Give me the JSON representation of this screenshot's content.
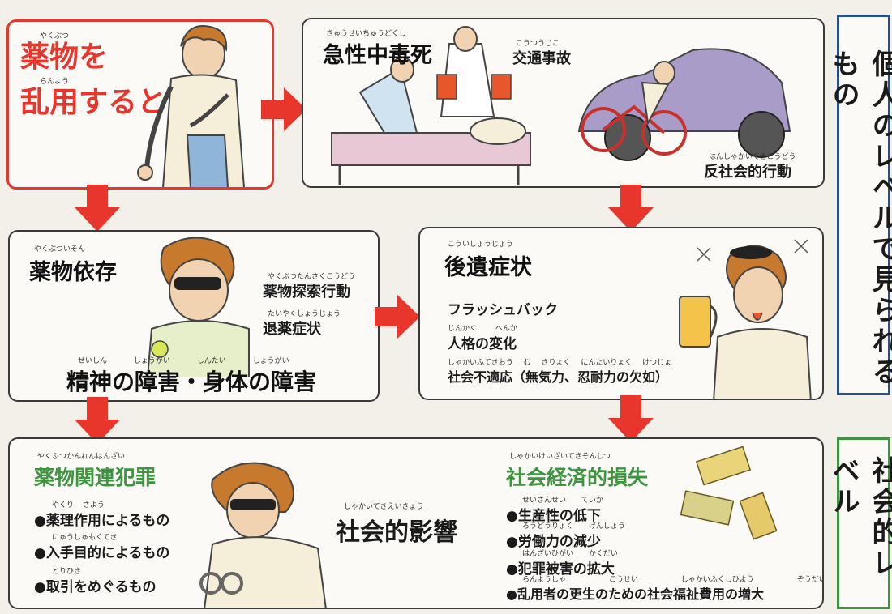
{
  "start": {
    "ruby1": "やくぶつ",
    "line1": "薬物を",
    "ruby2": "らんよう",
    "line2": "乱用すると"
  },
  "acute": {
    "ruby_death": "きゅうせいちゅうどくし",
    "death": "急性中毒死",
    "ruby_accident": "こうつうじこ",
    "accident": "交通事故",
    "ruby_antisocial": "はんしゃかいてきこうどう",
    "antisocial": "反社会的行動"
  },
  "dependence": {
    "ruby_title": "やくぶついそん",
    "title": "薬物依存",
    "ruby_search": "やくぶつたんさくこうどう",
    "search": "薬物探索行動",
    "ruby_withdrawal": "たいやくしょうじょう",
    "withdrawal": "退薬症状",
    "ruby_disorder": "せいしん しょうがい しんたい しょうがい",
    "disorder": "精神の障害・身体の障害"
  },
  "aftereffects": {
    "ruby_title": "こういしょうじょう",
    "title": "後遺症状",
    "flashback": "フラッシュバック",
    "ruby_personality": "じんかく へんか",
    "personality": "人格の変化",
    "ruby_maladjust": "しゃかいふてきおう む きりょく にんたいりょく けつじょ",
    "maladjust": "社会不適応（無気力、忍耐力の欠如）"
  },
  "crime": {
    "ruby_title": "やくぶつかんれんはんざい",
    "title": "薬物関連犯罪",
    "items": [
      {
        "ruby": "やくり さよう",
        "text": "●薬理作用によるもの"
      },
      {
        "ruby": "にゅうしゅもくてき",
        "text": "●入手目的によるもの"
      },
      {
        "ruby": "とりひき",
        "text": "●取引をめぐるもの"
      }
    ],
    "ruby_impact": "しゃかいてきえいきょう",
    "impact": "社会的影響"
  },
  "economic": {
    "ruby_title": "しゃかいけいざいてきそんしつ",
    "title": "社会経済的損失",
    "items": [
      {
        "ruby": "せいさんせい ていか",
        "text": "●生産性の低下"
      },
      {
        "ruby": "ろうどうりょく げんしょう",
        "text": "●労働力の減少"
      },
      {
        "ruby": "はんざいひがい かくだい",
        "text": "●犯罪被害の拡大"
      },
      {
        "ruby": "らんようしゃ こうせい しゃかいふくしひよう ぞうだい",
        "text": "●乱用者の更生のための社会福祉費用の増大"
      }
    ]
  },
  "side_labels": {
    "individual": "個人のレベルで見られるもの",
    "social": "社会的レベル"
  },
  "colors": {
    "accent_red": "#e8362c",
    "heading_green": "#3f9440",
    "side_blue": "#2a4f84"
  }
}
